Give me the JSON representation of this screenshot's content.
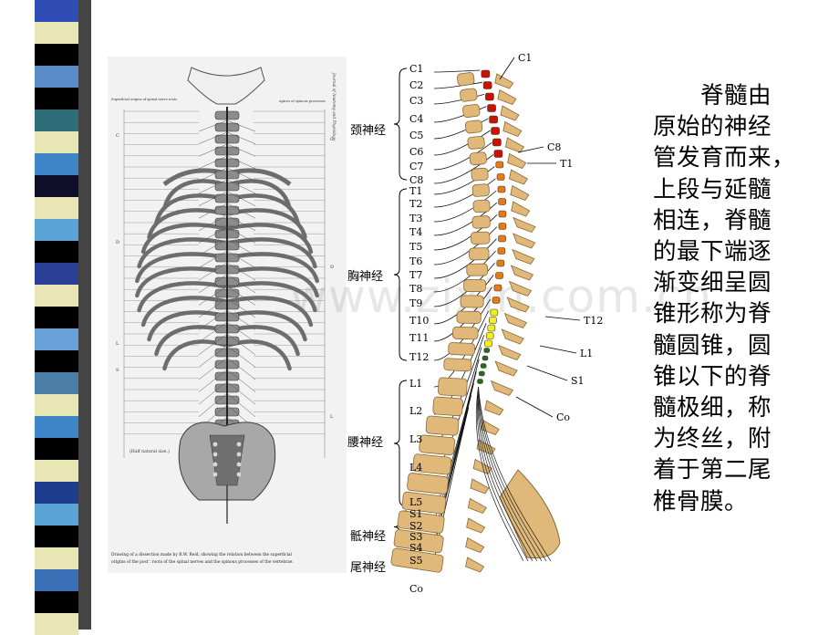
{
  "colors": {
    "strip": [
      "#2f4cb4",
      "#e8e6b4",
      "#000000",
      "#5a8cc9",
      "#000000",
      "#2e6c78",
      "#e8e6b4",
      "#3f86c8",
      "#0f0f2a",
      "#e8e6b4",
      "#5aa4d8",
      "#000000",
      "#2b3f96",
      "#e8e6b4",
      "#000000",
      "#6aa0d8",
      "#000000",
      "#4b7fa8",
      "#e8e6b4",
      "#3f86c8",
      "#000000",
      "#e8e6b4",
      "#1e3c8c",
      "#5aa4d8",
      "#000000",
      "#e8e6b4",
      "#3b6fb5",
      "#000000",
      "#e8e6b4"
    ],
    "bone": "#e0b87a",
    "cervical": "#cc1100",
    "thoracic": "#e87a14",
    "lumbar": "#f2ee22",
    "sacral": "#2a6a1a"
  },
  "watermark": "www.zixin.com.cn",
  "paragraph": {
    "lines": [
      "脊髓由",
      "原始的神经",
      "管发育而来，",
      "上段与延髓",
      "相连，脊髓",
      "的最下端逐",
      "渐变细呈圆",
      "锥形称为脊",
      "髓圆锥，圆",
      "锥以下的脊",
      "髓极细，称",
      "为终丝，附",
      "着于第二尾",
      "椎骨膜。"
    ]
  },
  "left_figure": {
    "caption_line1": "Drawing of a dissection made by R.W. Reid, showing the relation between the superficial",
    "caption_line2": "origins of the post'. roots of the spinal nerves and the spinous processes of the vertebrae.",
    "scale_note": "(Half natural size.)",
    "left_head": "Superficial origins of spinal nerve roots",
    "right_head": "Apices of spinous processes",
    "side_letters": [
      "C",
      "D",
      "L",
      "S"
    ],
    "right_letters": [
      "C",
      "D",
      "L"
    ],
    "vertical_title": "Journal of Anatomy and Physiology"
  },
  "right_figure": {
    "groups": [
      "颈神经",
      "胸神经",
      "腰神经",
      "骶神经",
      "尾神经"
    ],
    "cervical": [
      "C1",
      "C2",
      "C3",
      "C4",
      "C5",
      "C6",
      "C7",
      "C8"
    ],
    "thoracic": [
      "T1",
      "T2",
      "T3",
      "T4",
      "T5",
      "T6",
      "T7",
      "T8",
      "T9",
      "T10",
      "T11",
      "T12"
    ],
    "lumbar": [
      "L1",
      "L2",
      "L3",
      "L4",
      "L5"
    ],
    "sacral": [
      "S1",
      "S2",
      "S3",
      "S4",
      "S5"
    ],
    "coccygeal": [
      "Co"
    ],
    "callouts": [
      "C1",
      "C8",
      "T1",
      "T12",
      "L1",
      "S1",
      "Co"
    ]
  }
}
